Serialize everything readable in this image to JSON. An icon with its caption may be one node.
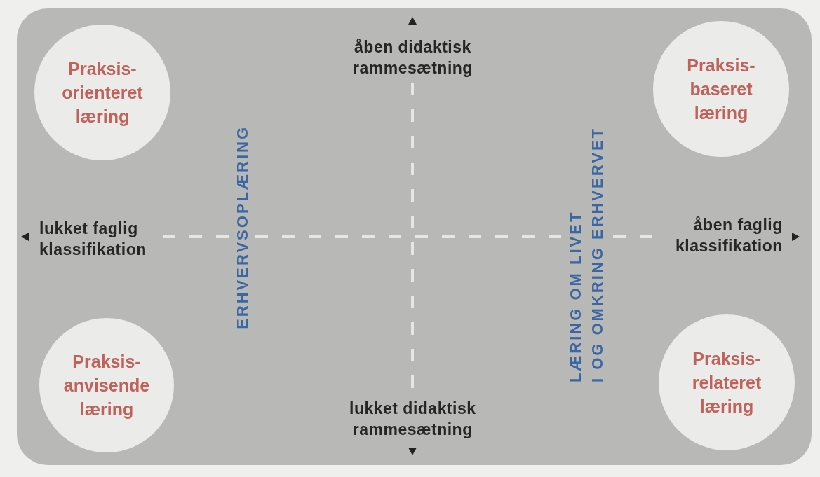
{
  "diagram": {
    "nodes": [
      {
        "text": [
          "Praksis- orienteret læring"
        ]
      },
      {
        "text": [
          "Praksis- baseret læring"
        ]
      },
      {
        "text": [
          "Praksis- anvisende læring"
        ]
      },
      {
        "text": [
          "Praksis- relateret læring"
        ]
      }
    ],
    "labels": [
      "åben didaktisk rammesætning",
      "lukket faglig klassifikation",
      "ERHVERVSOPLÆRING",
      "LÆRING OM LIVET I OG OMKRING ERHVERVET",
      "åben faglig klassifikation",
      "lukket didaktisk rammesætning"
    ]
  }
}
